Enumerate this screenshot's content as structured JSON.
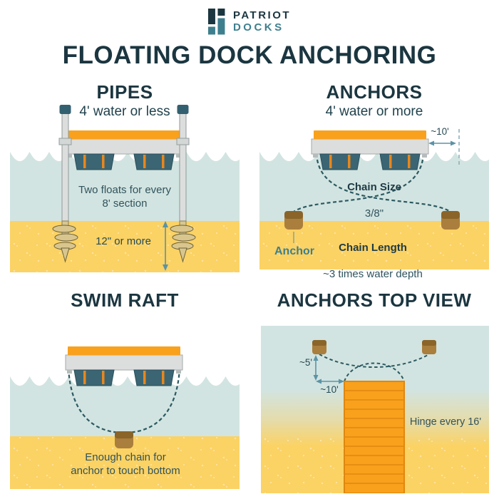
{
  "brand": {
    "name_top": "PATRIOT",
    "name_bottom": "DOCKS"
  },
  "title": "FLOATING DOCK ANCHORING",
  "panels": {
    "pipes": {
      "heading": "PIPES",
      "subtitle": "4' water or less",
      "floats_note": "Two floats for every\n8' section",
      "pipe_depth": "12\" or more"
    },
    "anchors": {
      "heading": "ANCHORS",
      "subtitle": "4' water or more",
      "offset": "~10'",
      "chain_size_label": "Chain Size",
      "chain_size_value": "3/8\"",
      "chain_length_label": "Chain Length",
      "chain_length_value": "~3 times water depth",
      "anchor_label": "Anchor"
    },
    "swim_raft": {
      "heading": "SWIM RAFT",
      "chain_note": "Enough chain for\nanchor to touch bottom"
    },
    "anchors_top_view": {
      "heading": "ANCHORS TOP VIEW",
      "side_offset": "~5'",
      "front_offset": "~10'",
      "hinge_note": "Hinge every 16'"
    }
  },
  "icons": {
    "brand_blocks_icon": "four-block logo mark",
    "anchor_icon": "brown block anchor",
    "auger_icon": "screw auger pipe foot",
    "dimension_arrow_icon": "double-headed measurement arrow"
  },
  "colors": {
    "navy": "#1b3640",
    "teal": "#3e7f8e",
    "water": "#d2e4e1",
    "sand": "#fbd264",
    "deck_orange": "#f9a11d",
    "float_teal": "#3c6573",
    "anchor_brown": "#aa7e3c",
    "chain": "#2b5a62",
    "arrow_blue": "#5b93a6"
  }
}
